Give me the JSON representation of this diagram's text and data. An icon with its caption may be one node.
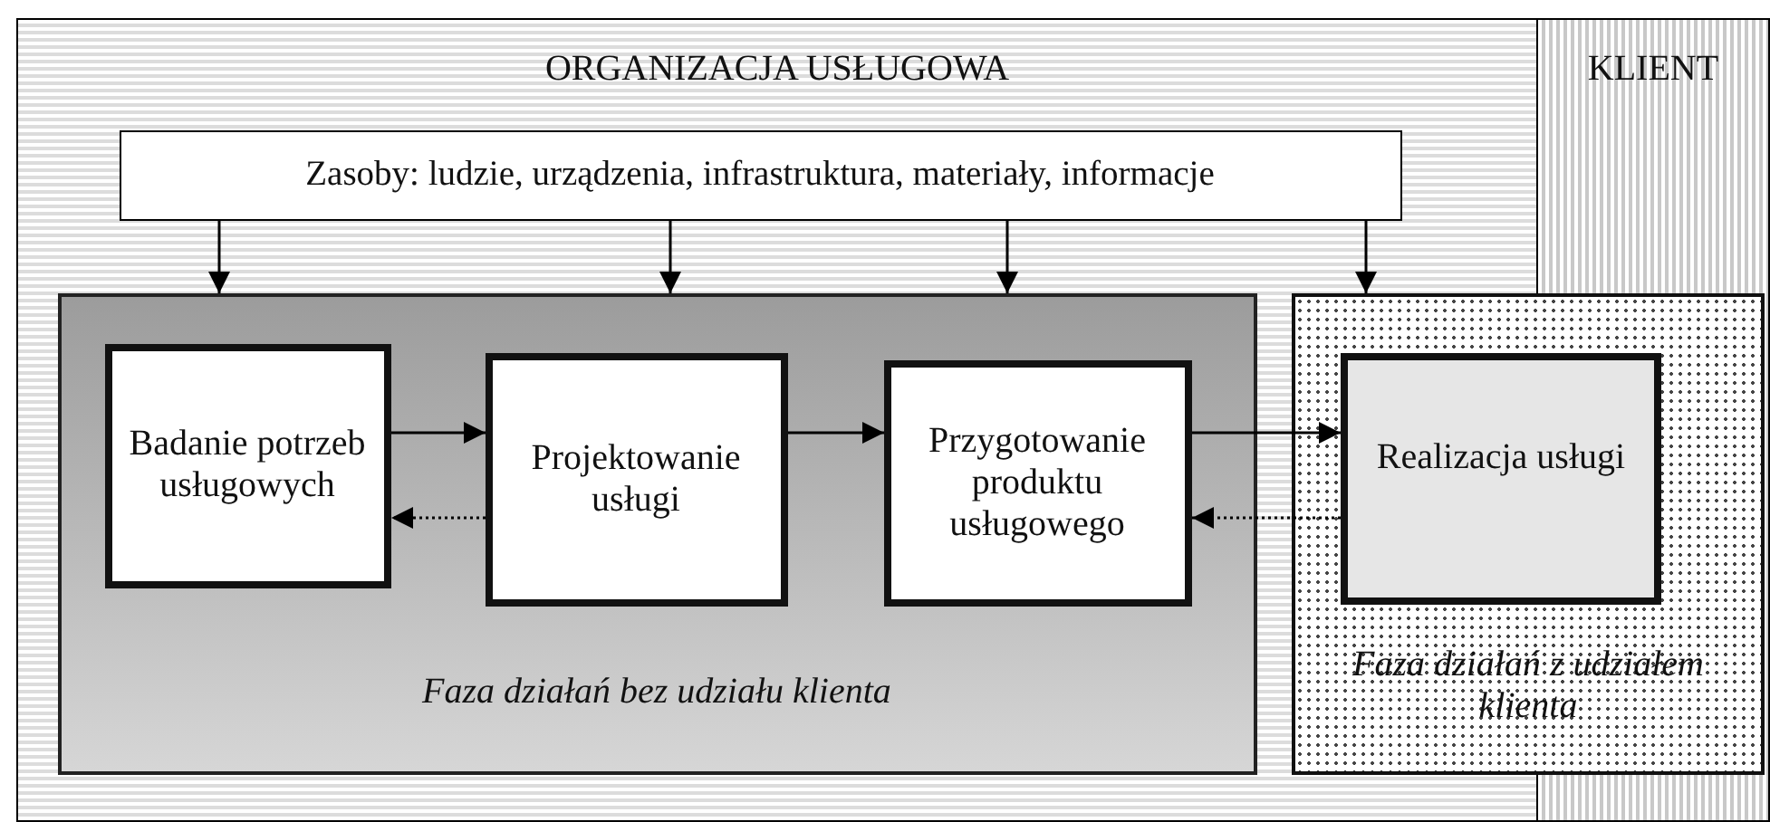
{
  "diagram": {
    "nodes": [
      {
        "text": [
          "ORGANIZACJA USŁUGOWA"
        ]
      },
      {
        "text": [
          "KLIENT"
        ]
      },
      {
        "text": [
          "Zasoby: ludzie, urządzenia, infrastruktura, materiały, informacje"
        ],
        "in": 0
      },
      {
        "text": [
          "Faza działań bez udziału klienta"
        ],
        "in": 0
      },
      {
        "text": [
          "Badanie potrzeb usługowych"
        ],
        "in": 3
      },
      {
        "text": [
          "Projektowanie usługi"
        ],
        "in": 3
      },
      {
        "text": [
          "Przygotowanie produktu usługowego"
        ],
        "in": 3
      },
      {
        "text": [
          "Faza działań z udziałem klienta"
        ]
      },
      {
        "text": [
          "Realizacja usługi"
        ],
        "in": 7
      }
    ],
    "edges": [
      {
        "from": 2,
        "to": 3,
        "arrow": "to"
      },
      {
        "from": 2,
        "to": 3,
        "arrow": "to"
      },
      {
        "from": 2,
        "to": 3,
        "arrow": "to"
      },
      {
        "from": 2,
        "to": 7,
        "arrow": "to"
      },
      {
        "from": 4,
        "to": 5,
        "arrow": "to"
      },
      {
        "from": 5,
        "to": 4,
        "arrow": "to",
        "style": "dashed"
      },
      {
        "from": 5,
        "to": 6,
        "arrow": "to"
      },
      {
        "from": 6,
        "to": 8,
        "arrow": "to"
      },
      {
        "from": 8,
        "to": 6,
        "arrow": "to",
        "style": "dashed"
      }
    ]
  }
}
